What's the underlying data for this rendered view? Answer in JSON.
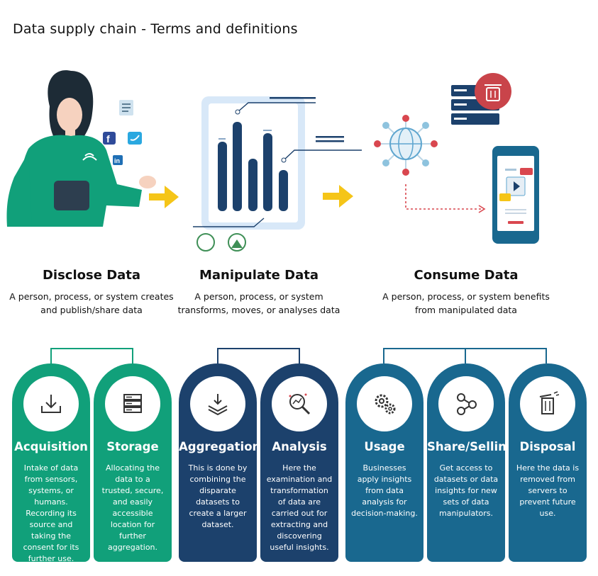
{
  "title": "Data supply chain - Terms and definitions",
  "phases": [
    {
      "heading": "Disclose Data",
      "description": "A person, process, or system creates and publish/share data"
    },
    {
      "heading": "Manipulate Data",
      "description": "A person, process, or system transforms, moves, or analyses data"
    },
    {
      "heading": "Consume Data",
      "description": "A person, process, or system benefits from manipulated data"
    }
  ],
  "steps": [
    {
      "label": "Acquisition",
      "icon": "download-icon",
      "text": "Intake of data from sensors, systems, or humans. Recording its source and taking the consent for its further use."
    },
    {
      "label": "Storage",
      "icon": "server-icon",
      "text": "Allocating the data to a trusted, secure, and easily accessible location for further aggregation."
    },
    {
      "label": "Aggregation",
      "icon": "layers-download-icon",
      "text": "This is done by combining the disparate datasets to create a larger dataset."
    },
    {
      "label": "Analysis",
      "icon": "magnifier-analysis-icon",
      "text": "Here the examination and transformation of data are carried out for extracting and discovering useful insights."
    },
    {
      "label": "Usage",
      "icon": "gears-icon",
      "text": "Businesses apply insights from data analysis for decision-making."
    },
    {
      "label": "Share/Selling",
      "icon": "share-icon",
      "text": "Get access to datasets or data insights for new sets of data manipulators."
    },
    {
      "label": "Disposal",
      "icon": "trash-icon",
      "text": "Here the data is removed from servers to prevent future use."
    }
  ],
  "colors": {
    "green": "#11a07a",
    "navy": "#1c416c",
    "teal": "#19688f",
    "arrow": "#f5c518",
    "accent_red": "#c9444a"
  }
}
